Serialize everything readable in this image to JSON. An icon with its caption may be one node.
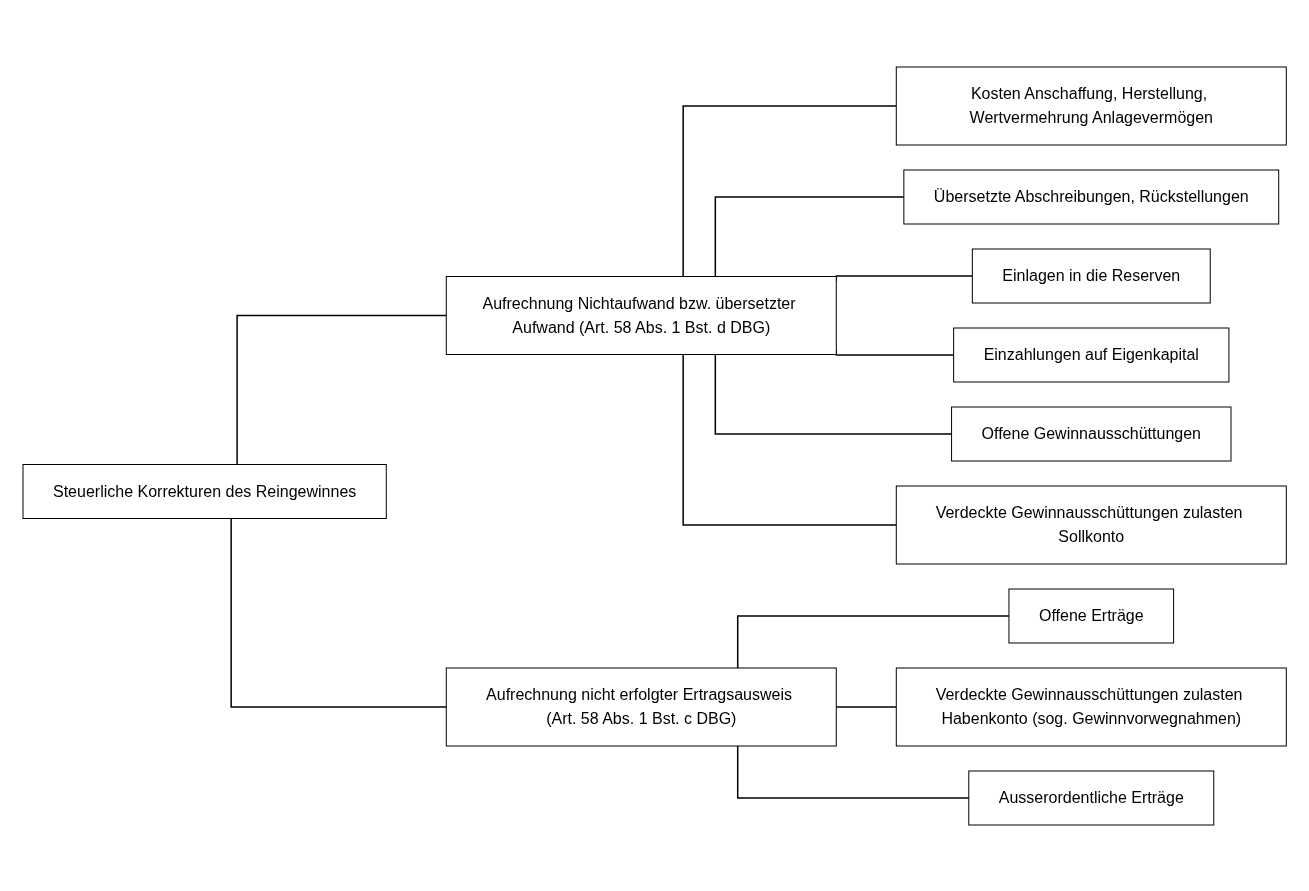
{
  "diagram": {
    "nodes": [
      {
        "text": [
          "Steuerliche Korrekturen des Reingewinnes"
        ]
      },
      {
        "text": [
          "Aufrechnung Nichtaufwand bzw. übersetzter Aufwand (Art. 58 Abs. 1 Bst. d DBG)"
        ]
      },
      {
        "text": [
          "Kosten Anschaffung, Herstellung, Wertvermehrung Anlagevermögen"
        ]
      },
      {
        "text": [
          "Übersetzte Abschreibungen, Rückstellungen"
        ]
      },
      {
        "text": [
          "Einlagen in die Reserven"
        ]
      },
      {
        "text": [
          "Einzahlungen auf Eigenkapital"
        ]
      },
      {
        "text": [
          "Offene Gewinnausschüttungen"
        ]
      },
      {
        "text": [
          "Verdeckte Gewinnausschüttungen zulasten Sollkonto"
        ]
      },
      {
        "text": [
          "Aufrechnung nicht erfolgter Ertragsausweis (Art. 58 Abs. 1 Bst. c DBG)"
        ]
      },
      {
        "text": [
          "Offene Erträge"
        ]
      },
      {
        "text": [
          "Verdeckte Gewinnausschüttungen zulasten Habenkonto (sog. Gewinnvorwegnahmen)"
        ]
      },
      {
        "text": [
          "Ausserordentliche Erträge"
        ]
      }
    ],
    "edges": [
      {
        "from": 0,
        "to": 1,
        "arrow": "none"
      },
      {
        "from": 0,
        "to": 8,
        "arrow": "none"
      },
      {
        "from": 1,
        "to": 2,
        "arrow": "none"
      },
      {
        "from": 1,
        "to": 3,
        "arrow": "none"
      },
      {
        "from": 1,
        "to": 4,
        "arrow": "none"
      },
      {
        "from": 1,
        "to": 5,
        "arrow": "none"
      },
      {
        "from": 1,
        "to": 6,
        "arrow": "none"
      },
      {
        "from": 1,
        "to": 7,
        "arrow": "none"
      },
      {
        "from": 8,
        "to": 9,
        "arrow": "none"
      },
      {
        "from": 8,
        "to": 10,
        "arrow": "none"
      },
      {
        "from": 8,
        "to": 11,
        "arrow": "none"
      }
    ]
  }
}
